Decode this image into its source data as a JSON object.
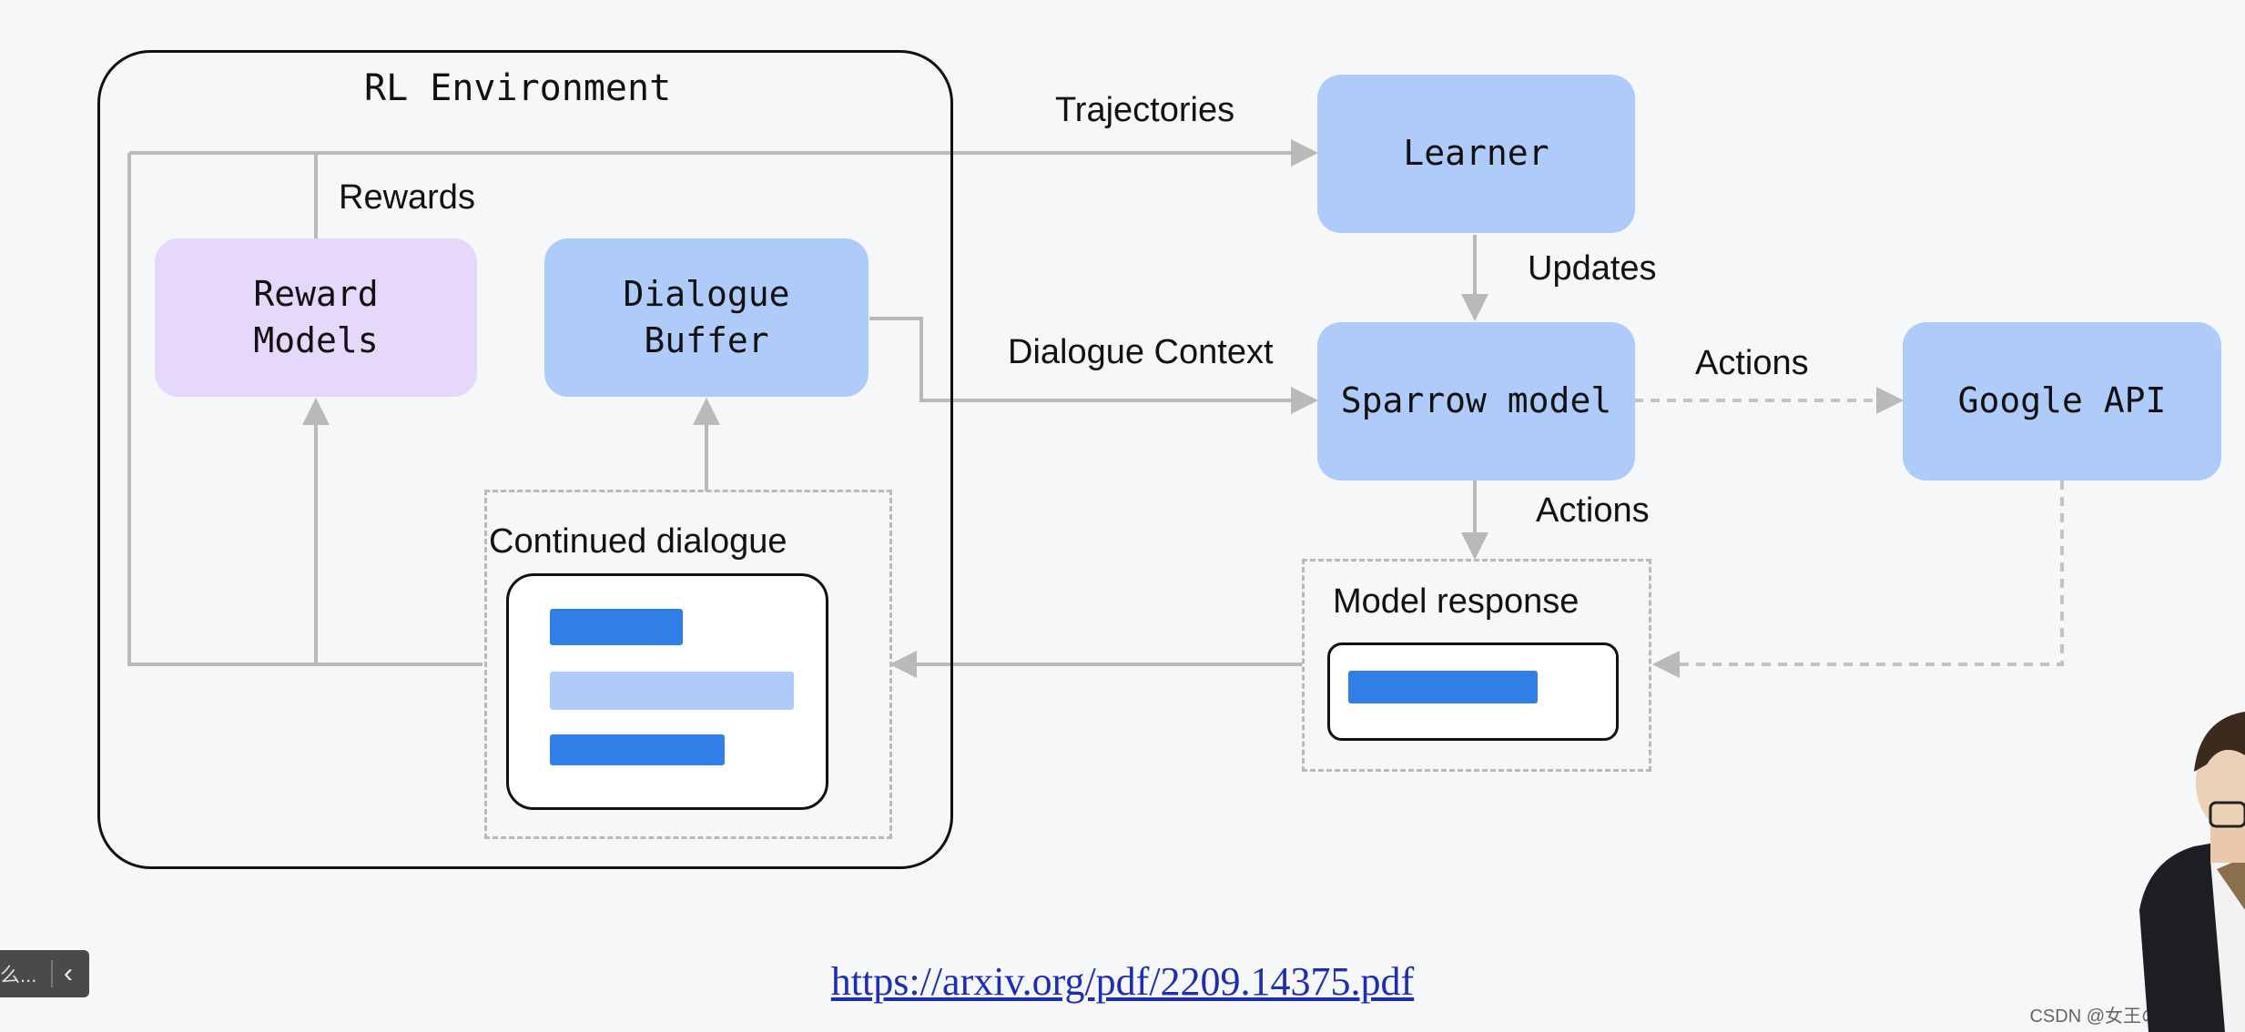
{
  "diagram": {
    "environment_title": "RL Environment",
    "nodes": {
      "reward_models": "Reward\nModels",
      "dialogue_buffer": "Dialogue\nBuffer",
      "learner": "Learner",
      "sparrow_model": "Sparrow model",
      "google_api": "Google API"
    },
    "labels": {
      "rewards": "Rewards",
      "trajectories": "Trajectories",
      "updates": "Updates",
      "dialogue_context": "Dialogue Context",
      "actions_api": "Actions",
      "actions_response": "Actions",
      "continued_dialogue": "Continued dialogue",
      "model_response": "Model response"
    }
  },
  "footer": {
    "link": "https://arxiv.org/pdf/2209.14375.pdf",
    "watermark": "CSDN @女王の专属领地",
    "collapse_text": "么..."
  },
  "colors": {
    "node_blue": "#aecbfa",
    "node_purple": "#e6d8fb",
    "bar_blue": "#2f7fe6",
    "arrow_gray": "#b9b9b9"
  }
}
